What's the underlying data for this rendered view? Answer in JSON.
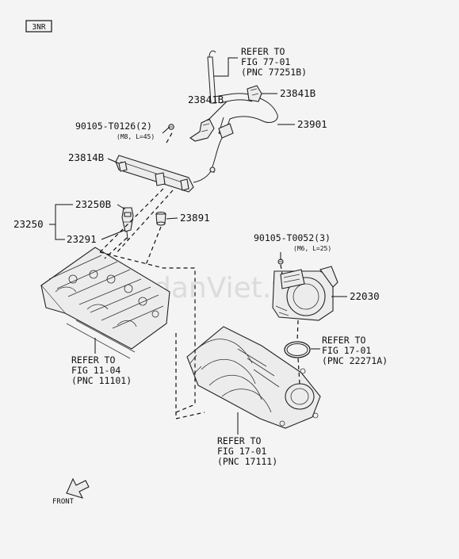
{
  "engine_tag": "3NR",
  "watermark": "SedanViet.vn",
  "front_label": "FRONT",
  "labels": {
    "ref_77_l1": "REFER TO",
    "ref_77_l2": "FIG 77-01",
    "ref_77_l3": "(PNC 77251B)",
    "pn_23841B_left": "23841B",
    "pn_23841B_right": "23841B",
    "pn_23901": "23901",
    "bolt1_pn": "90105-T0126(2)",
    "bolt1_spec": "(M8, L=45)",
    "pn_23814B": "23814B",
    "pn_23250B": "23250B",
    "pn_23250": "23250",
    "pn_23291": "23291",
    "pn_23891": "23891",
    "bolt2_pn": "90105-T0052(3)",
    "bolt2_spec": "(M6, L=25)",
    "pn_22030": "22030",
    "ref_17_top_l1": "REFER TO",
    "ref_17_top_l2": "FIG 17-01",
    "ref_17_top_l3": "(PNC 22271A)",
    "ref_11_l1": "REFER TO",
    "ref_11_l2": "FIG 11-04",
    "ref_11_l3": "(PNC 11101)",
    "ref_17_bot_l1": "REFER TO",
    "ref_17_bot_l2": "FIG 17-01",
    "ref_17_bot_l3": "(PNC 17111)"
  }
}
